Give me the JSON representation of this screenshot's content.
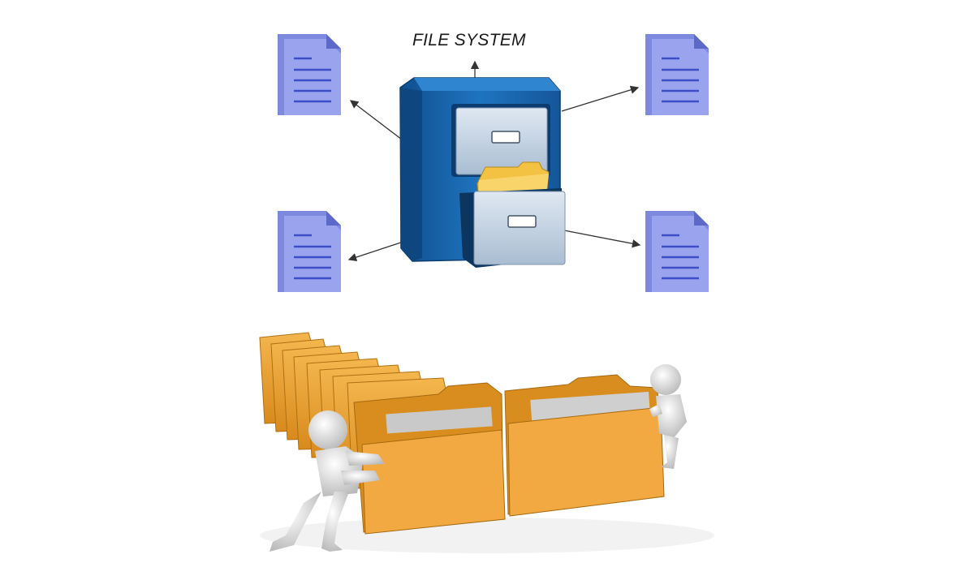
{
  "diagram": {
    "title": "FILE SYSTEM",
    "nodes": [
      {
        "id": "cabinet",
        "icon": "file-cabinet-icon"
      },
      {
        "id": "doc-top-left",
        "icon": "document-icon"
      },
      {
        "id": "doc-top-right",
        "icon": "document-icon"
      },
      {
        "id": "doc-bottom-left",
        "icon": "document-icon"
      },
      {
        "id": "doc-bottom-right",
        "icon": "document-icon"
      }
    ],
    "edges": [
      {
        "from": "cabinet",
        "to": "title"
      },
      {
        "from": "cabinet",
        "to": "doc-top-left"
      },
      {
        "from": "cabinet",
        "to": "doc-top-right"
      },
      {
        "from": "cabinet",
        "to": "doc-bottom-left"
      },
      {
        "from": "cabinet",
        "to": "doc-bottom-right"
      }
    ],
    "colors": {
      "cabinet_body": "#1a66ad",
      "cabinet_dark": "#0f3f75",
      "drawer_face": "#c6d6e6",
      "folder_yellow": "#f6c94b",
      "document": "#8d99e8",
      "document_lines": "#3d4fc8",
      "folder_orange": "#e59a2c",
      "figure": "#e9e9e9"
    }
  },
  "illustration": {
    "icon": "folders-row-with-figures-icon"
  }
}
